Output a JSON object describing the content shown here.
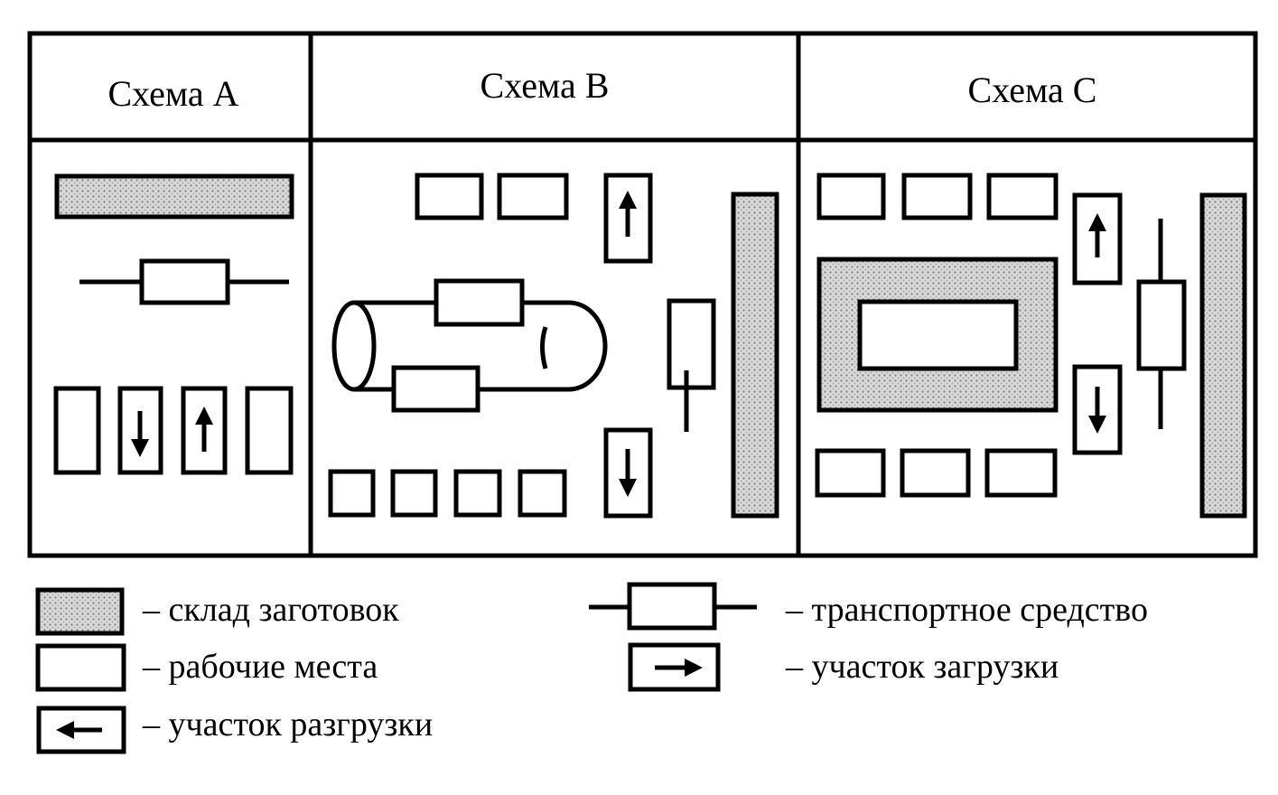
{
  "schemes": {
    "a_title": "Схема A",
    "b_title": "Схема B",
    "c_title": "Схема C"
  },
  "legend": {
    "warehouse": "– склад заготовок",
    "workplaces": "– рабочие места",
    "unloading": "– участок разгрузки",
    "transport": "– транспортное средство",
    "loading": "– участок загрузки"
  },
  "colors": {
    "line": "#000000",
    "shade": "#c8c8c8",
    "background": "#ffffff"
  }
}
